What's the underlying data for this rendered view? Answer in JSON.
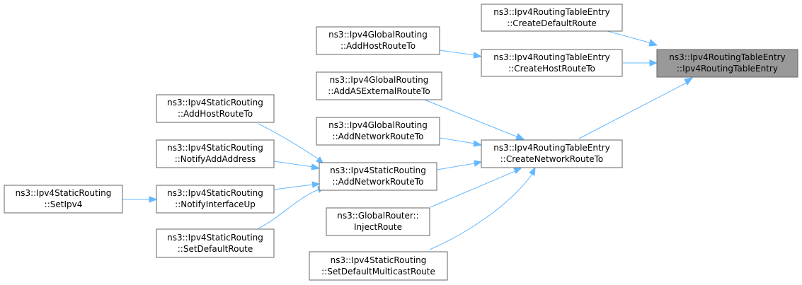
{
  "nodes": {
    "root": [
      "ns3::Ipv4RoutingTableEntry",
      "::Ipv4RoutingTableEntry"
    ],
    "create_default_route": [
      "ns3::Ipv4RoutingTableEntry",
      "::CreateDefaultRoute"
    ],
    "create_host_route_to": [
      "ns3::Ipv4RoutingTableEntry",
      "::CreateHostRouteTo"
    ],
    "create_network_route_to": [
      "ns3::Ipv4RoutingTableEntry",
      "::CreateNetworkRouteTo"
    ],
    "global_add_host_route_to": [
      "ns3::Ipv4GlobalRouting",
      "::AddHostRouteTo"
    ],
    "global_add_as_external_route_to": [
      "ns3::Ipv4GlobalRouting",
      "::AddASExternalRouteTo"
    ],
    "global_add_network_route_to": [
      "ns3::Ipv4GlobalRouting",
      "::AddNetworkRouteTo"
    ],
    "static_add_network_route_to": [
      "ns3::Ipv4StaticRouting",
      "::AddNetworkRouteTo"
    ],
    "global_router_inject_route": [
      "ns3::GlobalRouter::",
      "InjectRoute"
    ],
    "static_set_default_multicast_route": [
      "ns3::Ipv4StaticRouting",
      "::SetDefaultMulticastRoute"
    ],
    "static_add_host_route_to": [
      "ns3::Ipv4StaticRouting",
      "::AddHostRouteTo"
    ],
    "static_notify_add_address": [
      "ns3::Ipv4StaticRouting",
      "::NotifyAddAddress"
    ],
    "static_notify_interface_up": [
      "ns3::Ipv4StaticRouting",
      "::NotifyInterfaceUp"
    ],
    "static_set_default_route": [
      "ns3::Ipv4StaticRouting",
      "::SetDefaultRoute"
    ],
    "static_set_ipv4": [
      "ns3::Ipv4StaticRouting",
      "::SetIpv4"
    ]
  },
  "colors": {
    "edge": "#63b8ff",
    "root_fill": "#999999",
    "node_fill": "#ffffff",
    "node_border": "#666666"
  }
}
